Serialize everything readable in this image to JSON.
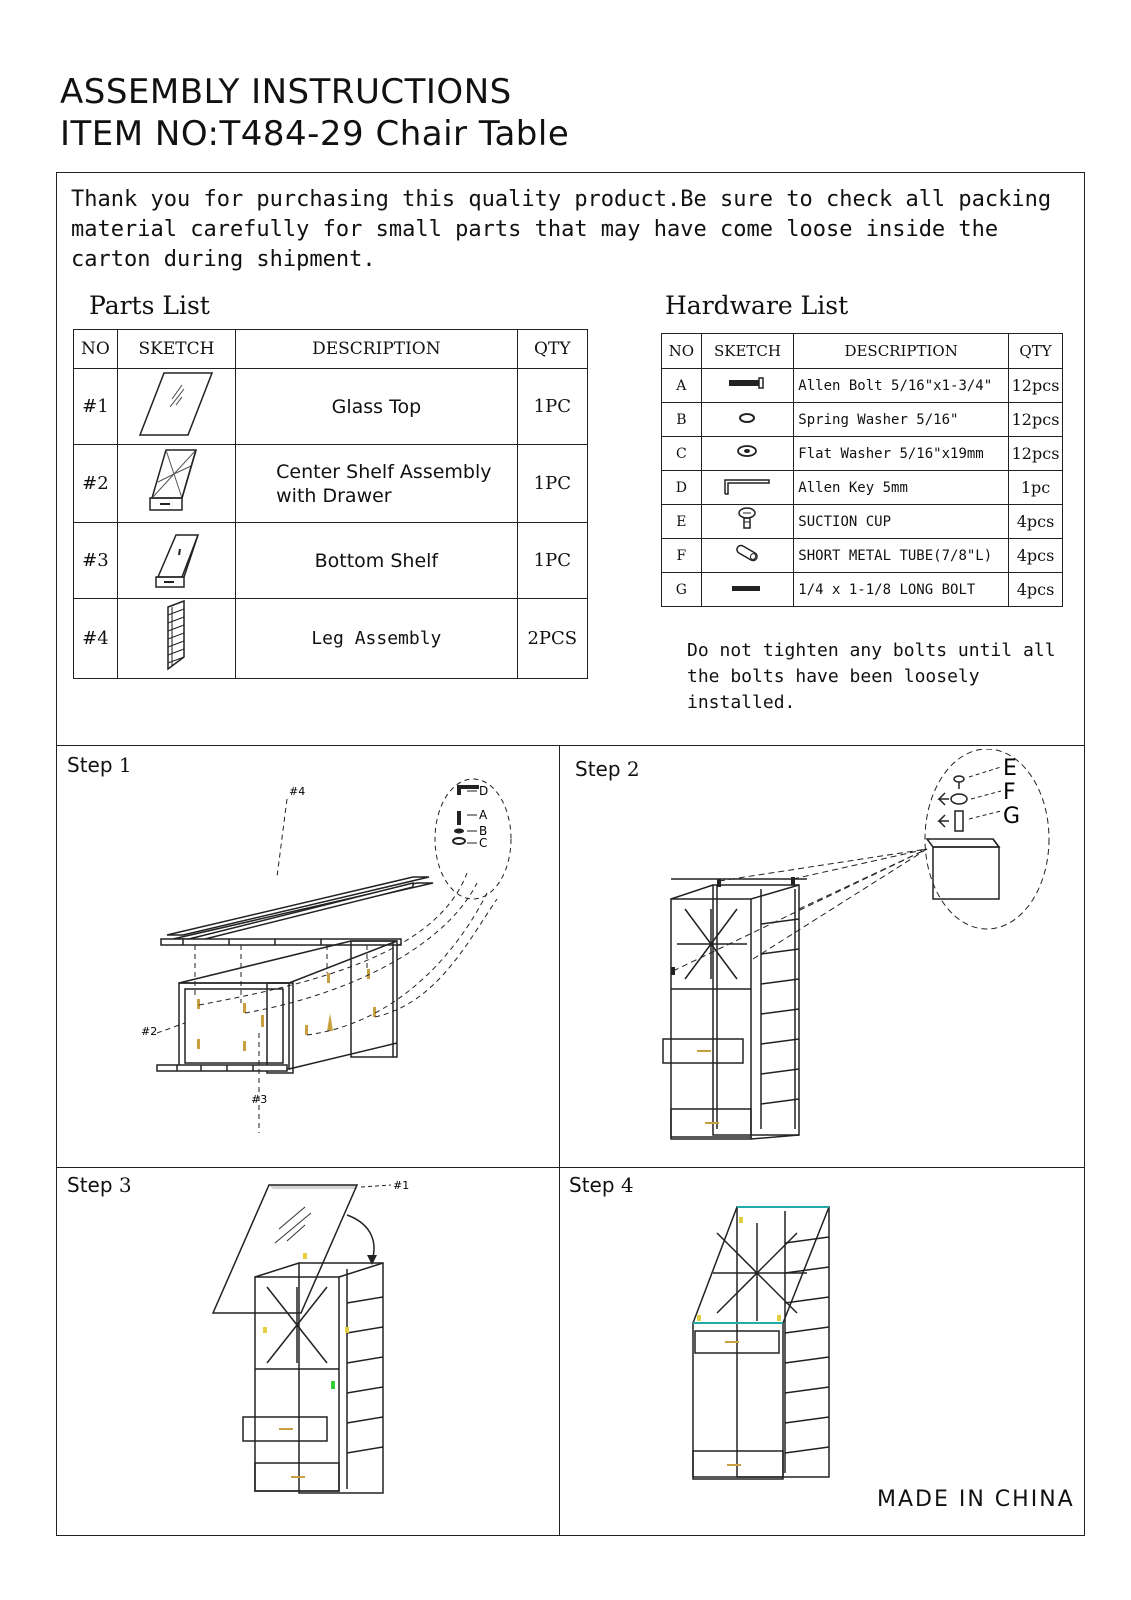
{
  "header": {
    "title": "ASSEMBLY INSTRUCTIONS",
    "item_line": "ITEM NO:T484-29  Chair Table"
  },
  "intro_text": "Thank you for purchasing this quality product.Be sure to check all packing material carefully for small parts that may have come loose inside the carton during shipment.",
  "parts_list": {
    "title": "Parts List",
    "headers": [
      "NO",
      "SKETCH",
      "DESCRIPTION",
      "QTY"
    ],
    "rows": [
      {
        "no": "#1",
        "sketch": "glass-top-sketch",
        "description": "Glass Top",
        "qty": "1PC"
      },
      {
        "no": "#2",
        "sketch": "center-shelf-sketch",
        "description": "Center Shelf Assembly with Drawer",
        "qty": "1PC"
      },
      {
        "no": "#3",
        "sketch": "bottom-shelf-sketch",
        "description": "Bottom Shelf",
        "qty": "1PC"
      },
      {
        "no": "#4",
        "sketch": "leg-assembly-sketch",
        "description": "Leg Assembly",
        "qty": "2PCS"
      }
    ]
  },
  "hardware_list": {
    "title": "Hardware List",
    "headers": [
      "NO",
      "SKETCH",
      "DESCRIPTION",
      "QTY"
    ],
    "rows": [
      {
        "no": "A",
        "sketch": "bolt-icon",
        "description": "Allen Bolt 5/16\"x1-3/4\"",
        "qty": "12pcs"
      },
      {
        "no": "B",
        "sketch": "spring-washer-icon",
        "description": "Spring Washer  5/16\"",
        "qty": "12pcs"
      },
      {
        "no": "C",
        "sketch": "flat-washer-icon",
        "description": "Flat Washer  5/16\"x19mm",
        "qty": "12pcs"
      },
      {
        "no": "D",
        "sketch": "allen-key-icon",
        "description": "Allen Key 5mm",
        "qty": "1pc"
      },
      {
        "no": "E",
        "sketch": "suction-cup-icon",
        "description": "SUCTION CUP",
        "qty": "4pcs"
      },
      {
        "no": "F",
        "sketch": "metal-tube-icon",
        "description": "SHORT METAL TUBE(7/8\"L)",
        "qty": "4pcs"
      },
      {
        "no": "G",
        "sketch": "long-bolt-icon",
        "description": "1/4 x 1-1/8 LONG BOLT",
        "qty": "4pcs"
      }
    ]
  },
  "note": [
    "Do not tighten any bolts until all",
    "the bolts have been loosely installed."
  ],
  "steps": {
    "step1": {
      "label": "Step",
      "num": "1",
      "callouts": {
        "leg": "#4",
        "center": "#2",
        "bottom": "#3",
        "d": "D",
        "a": "A",
        "b": "B",
        "c": "C"
      }
    },
    "step2": {
      "label": "Step",
      "num": "2",
      "callouts": {
        "e": "E",
        "f": "F",
        "g": "G"
      }
    },
    "step3": {
      "label": "Step",
      "num": "3",
      "callouts": {
        "glass": "#1"
      }
    },
    "step4": {
      "label": "Step",
      "num": "4"
    }
  },
  "footer": {
    "made_in": "MADE IN CHINA"
  }
}
